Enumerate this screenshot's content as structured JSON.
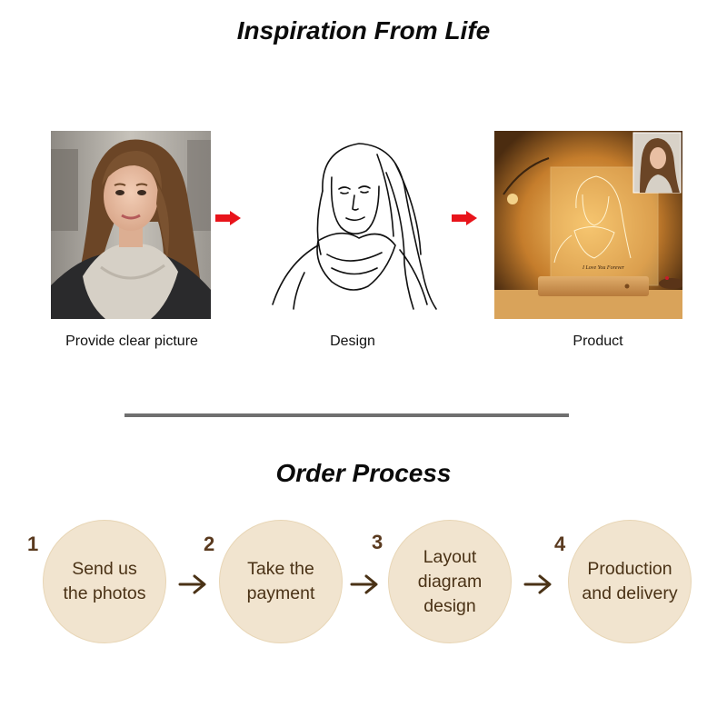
{
  "titles": {
    "inspiration": "Inspiration From Life",
    "order_process": "Order Process"
  },
  "showcase": {
    "captions": [
      "Provide clear picture",
      "Design",
      "Product"
    ],
    "product_engraving": "I Love You Forever"
  },
  "steps": [
    {
      "number": "1",
      "lines": [
        "Send us",
        "the photos"
      ]
    },
    {
      "number": "2",
      "lines": [
        "Take the",
        "payment"
      ]
    },
    {
      "number": "3",
      "lines": [
        "Layout",
        "diagram",
        "design"
      ]
    },
    {
      "number": "4",
      "lines": [
        "Production",
        "and delivery"
      ]
    }
  ],
  "colors": {
    "arrow_red": "#e8141b",
    "step_circle": "#f1e4cf",
    "step_text": "#4a3216",
    "divider": "#6f6f6f"
  },
  "icons": [
    "red-arrow-icon",
    "flow-arrow-icon"
  ]
}
